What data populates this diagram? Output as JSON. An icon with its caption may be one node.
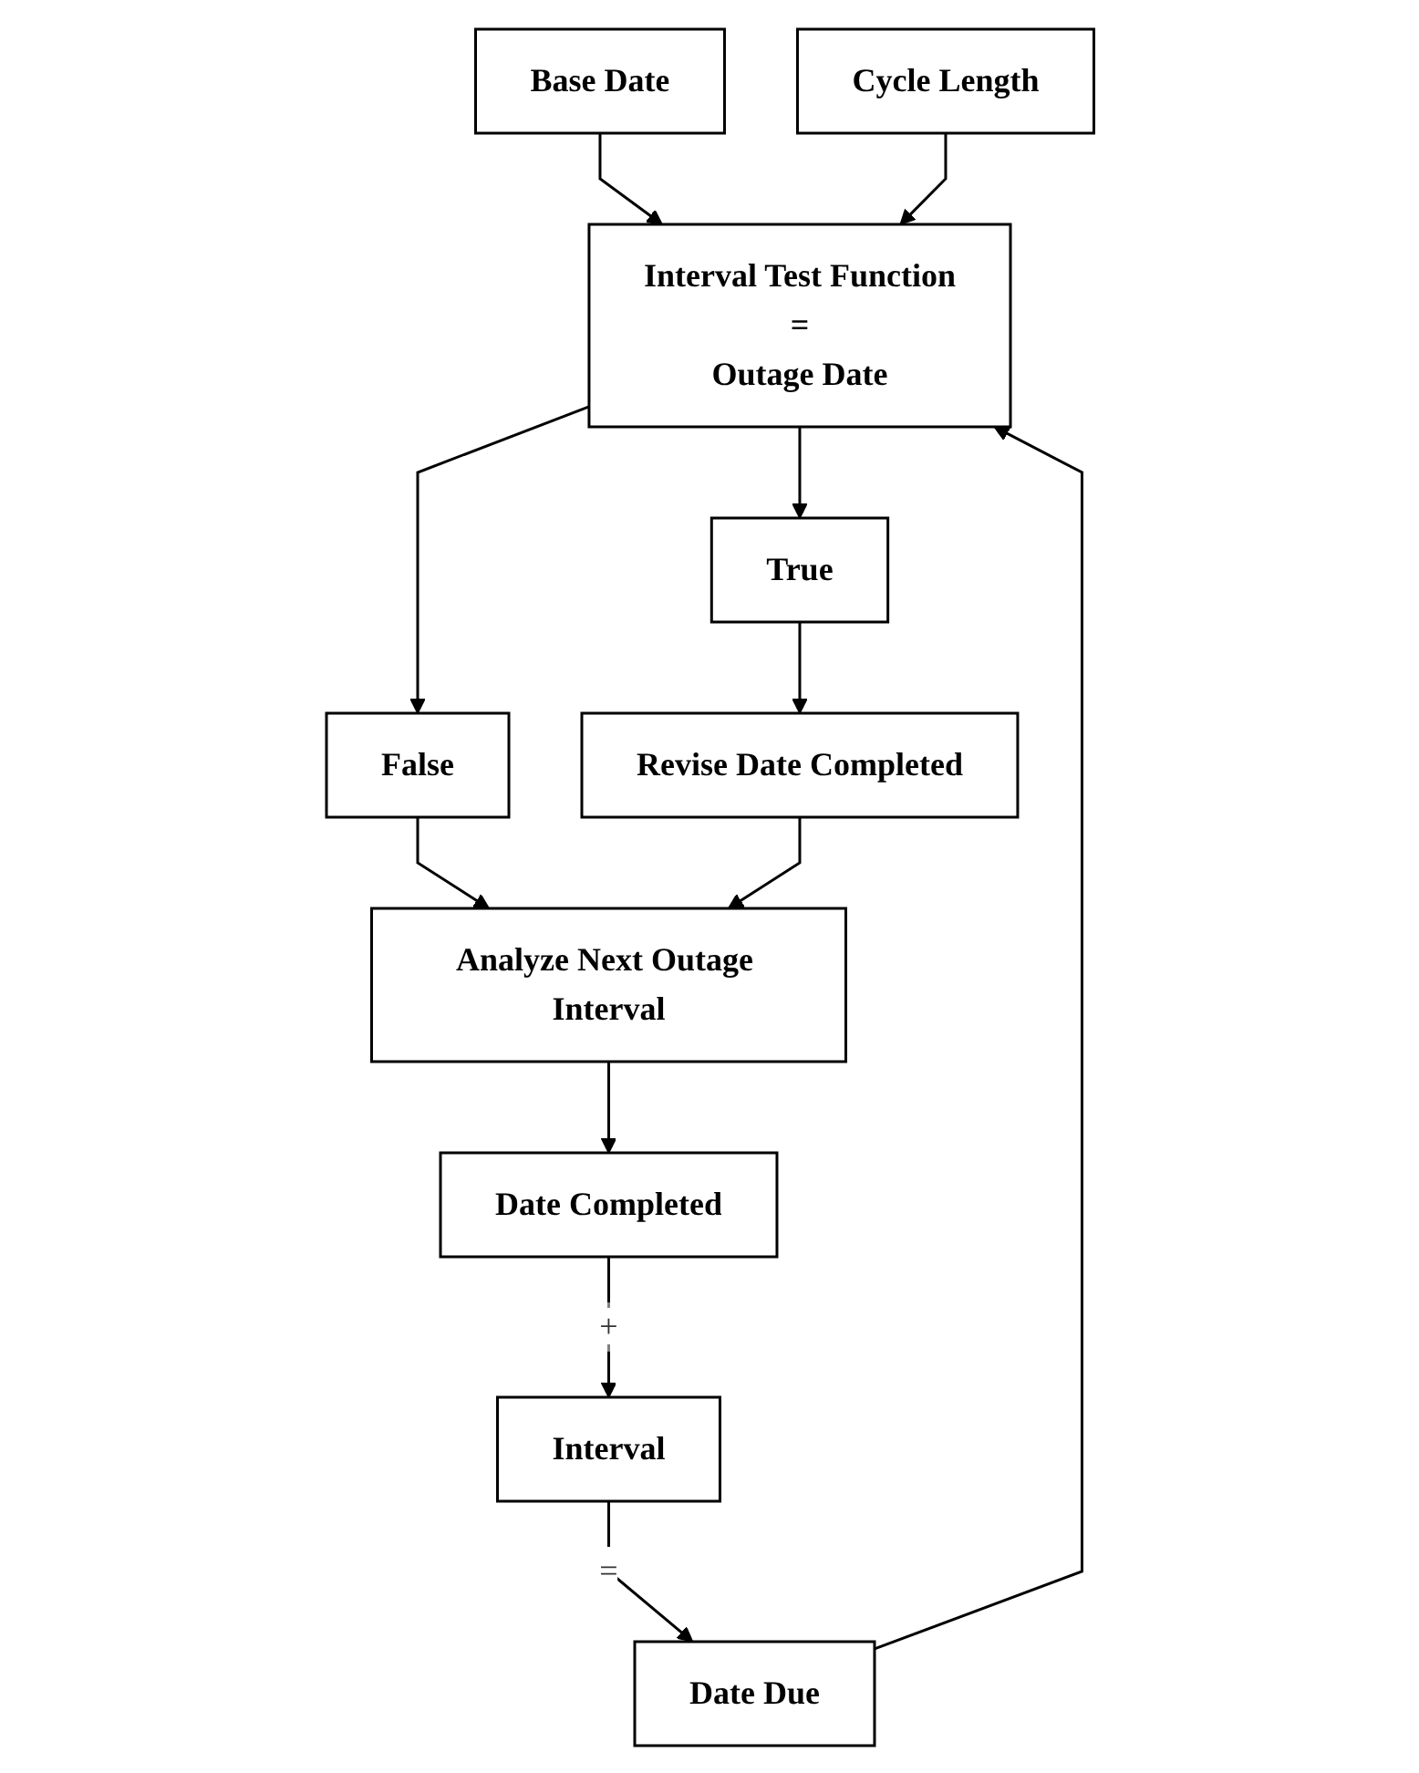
{
  "diagram": {
    "nodes": [
      {
        "text": [
          "Base Date"
        ]
      },
      {
        "text": [
          "Cycle Length"
        ]
      },
      {
        "text": [
          "Date Completed"
        ]
      },
      {
        "text": [
          "Interval"
        ]
      },
      {
        "text": [
          "Date Due"
        ]
      },
      {
        "text": [
          "Interval Test Function",
          "=",
          "Outage Date"
        ]
      },
      {
        "text": [
          "Analyze Next Outage Interval"
        ]
      },
      {
        "text": [
          "True"
        ]
      },
      {
        "text": [
          "False"
        ]
      },
      {
        "text": [
          "Revise Date Completed"
        ]
      }
    ],
    "edges": [
      {
        "from": 0,
        "to": 5,
        "arrow": "to"
      },
      {
        "from": 1,
        "to": 5,
        "arrow": "to"
      },
      {
        "from": 2,
        "to": 3,
        "arrow": "to",
        "label": "+"
      },
      {
        "from": 3,
        "to": 4,
        "arrow": "to",
        "label": "="
      },
      {
        "from": 4,
        "to": 5,
        "arrow": "to"
      },
      {
        "from": 5,
        "to": 7,
        "arrow": "to"
      },
      {
        "from": 5,
        "to": 8,
        "arrow": "to"
      },
      {
        "from": 7,
        "to": 9,
        "arrow": "to"
      },
      {
        "from": 8,
        "to": 6,
        "arrow": "to"
      },
      {
        "from": 9,
        "to": 6,
        "arrow": "to"
      },
      {
        "from": 6,
        "to": 2,
        "arrow": "to"
      }
    ]
  }
}
